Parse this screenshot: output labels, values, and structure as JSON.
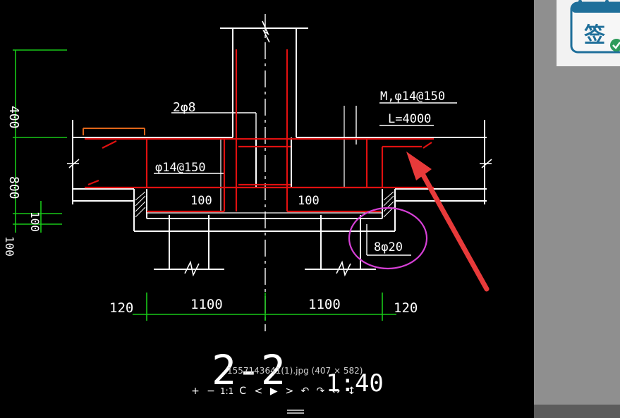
{
  "viewer": {
    "caption": "1557143641(1).jpg (407 × 582)",
    "toolbar": {
      "plus": "+",
      "minus": "−",
      "actual_size": "1:1",
      "rotate": "C",
      "prev": "<",
      "play": "▶",
      "next": ">",
      "rotate_left": "↶",
      "rotate_right": "↷",
      "flip_h": "↔",
      "flip_v": "↕"
    }
  },
  "drawing": {
    "labels": {
      "left_dim_top": "400",
      "left_dim_mid": "800",
      "left_dim_small": "100",
      "left_dim_bottom": "100",
      "rebar_2phi8": "2φ8",
      "rebar_phi14_150_left": "φ14@150",
      "gap_left": "100",
      "gap_right": "100",
      "rebar_m_phi14": "M,φ14@150",
      "length_note": "L=4000",
      "pile_rebar": "8φ20",
      "dim_120_left": "120",
      "dim_1100_left": "1100",
      "dim_1100_right": "1100",
      "dim_120_right": "120",
      "section_title": "2-2",
      "scale": "1:40"
    }
  },
  "side_panel": {
    "sign_icon_char": "签"
  },
  "colors": {
    "background": "#000000",
    "line_white": "#ffffff",
    "rebar_red": "#e01010",
    "dim_green": "#18c818",
    "highlight_magenta": "#d640d6",
    "arrow_red": "#e83a3a",
    "icon_blue": "#1f6f9a"
  }
}
